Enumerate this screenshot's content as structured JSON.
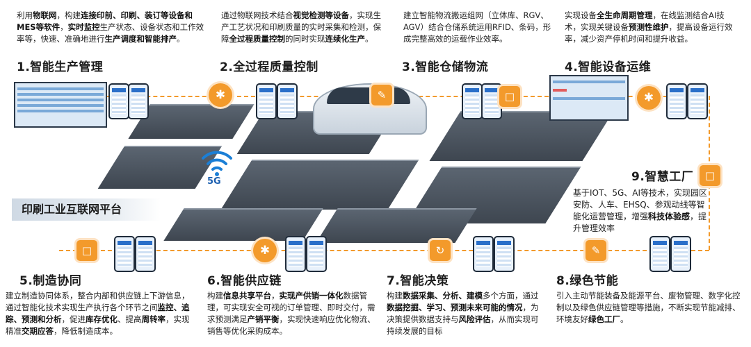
{
  "platform_label": "印刷工业互联网平台",
  "signal_label": "5G",
  "accent_color": "#f39a2b",
  "modules": [
    {
      "title": "1.智能生产管理",
      "desc": [
        "利用",
        "物联网",
        "，构建",
        "连接印前、印刷、装订等设备和MES等软件",
        "，",
        "实时监控",
        "生产状态、设备状态和工作效率等，快速、准确地进行",
        "生产调度和智能排产",
        "。"
      ]
    },
    {
      "title": "2.全过程质量控制",
      "desc": [
        "通过物联网技术结合",
        "视觉检测等设备",
        "，实现生产工艺状况和印刷质量的实时采集和检测，保障",
        "全过程质量控制",
        "的同时实现",
        "连续化生产",
        "。"
      ]
    },
    {
      "title": "3.智能仓储物流",
      "desc": [
        "建立智能物流搬运组网（立体库、RGV、AGV）结合仓储系统运用RFID、条码，形成完整高效的运载作业效率。"
      ]
    },
    {
      "title": "4.智能设备运维",
      "desc": [
        "实现设备",
        "全生命周期管理",
        "，在线监测结合AI技术，实现关键设备",
        "预测性维护",
        "，提高设备运行效率，减少资产停机时间和提升收益。"
      ]
    },
    {
      "title": "5.制造协同",
      "desc": [
        "建立制造协同体系，整合内部和供应链上下游信息，通过智能化技术实现生产执行各个环节之间",
        "监控、追踪、预测和分析",
        "，促进",
        "库存优化",
        "、提高",
        "周转率",
        "，实现精准",
        "交期应答",
        "，降低制造成本。"
      ]
    },
    {
      "title": "6.智能供应链",
      "desc": [
        "构建",
        "信息共享平台",
        "，",
        "实现产供销一体化",
        "数据管理，可实现安全可视的订单管理、即时交付，需求预测满足",
        "产销平衡",
        "，实现快速响应优化物流、销售等优化采购成本。"
      ]
    },
    {
      "title": "7.智能决策",
      "desc": [
        "构建",
        "数据采集、分析、建模",
        "多个方面，通过",
        "数据挖掘、学习、预测未来可能的情况",
        "，为决策提供数据支持与",
        "风险评估",
        "，从而实现可持续发展的目标"
      ]
    },
    {
      "title": "8.绿色节能",
      "desc": [
        "引入主动节能装备及能源平台、废物管理、数字化控制以及绿色供应链管理等措施，不断实现节能减排、环境友好",
        "绿色工厂",
        "。"
      ]
    },
    {
      "title": "9.智慧工厂",
      "desc": [
        "基于IOT、5G、AI等技术，实现园区安防、人车、EHSQ、参观动线等智能化运营管理，增强",
        "科技体验感",
        "，提升管理效率"
      ]
    }
  ],
  "icons": {
    "m1": "monitor-screen",
    "m2": "network-hub-icon",
    "m3": "document-search-icon",
    "m4": "network-hub-icon",
    "m5": "clipboard-icon",
    "m6": "network-hub-icon",
    "m7": "cycle-icon",
    "m8": "document-search-icon",
    "m9": "mobile-screen-icon"
  }
}
